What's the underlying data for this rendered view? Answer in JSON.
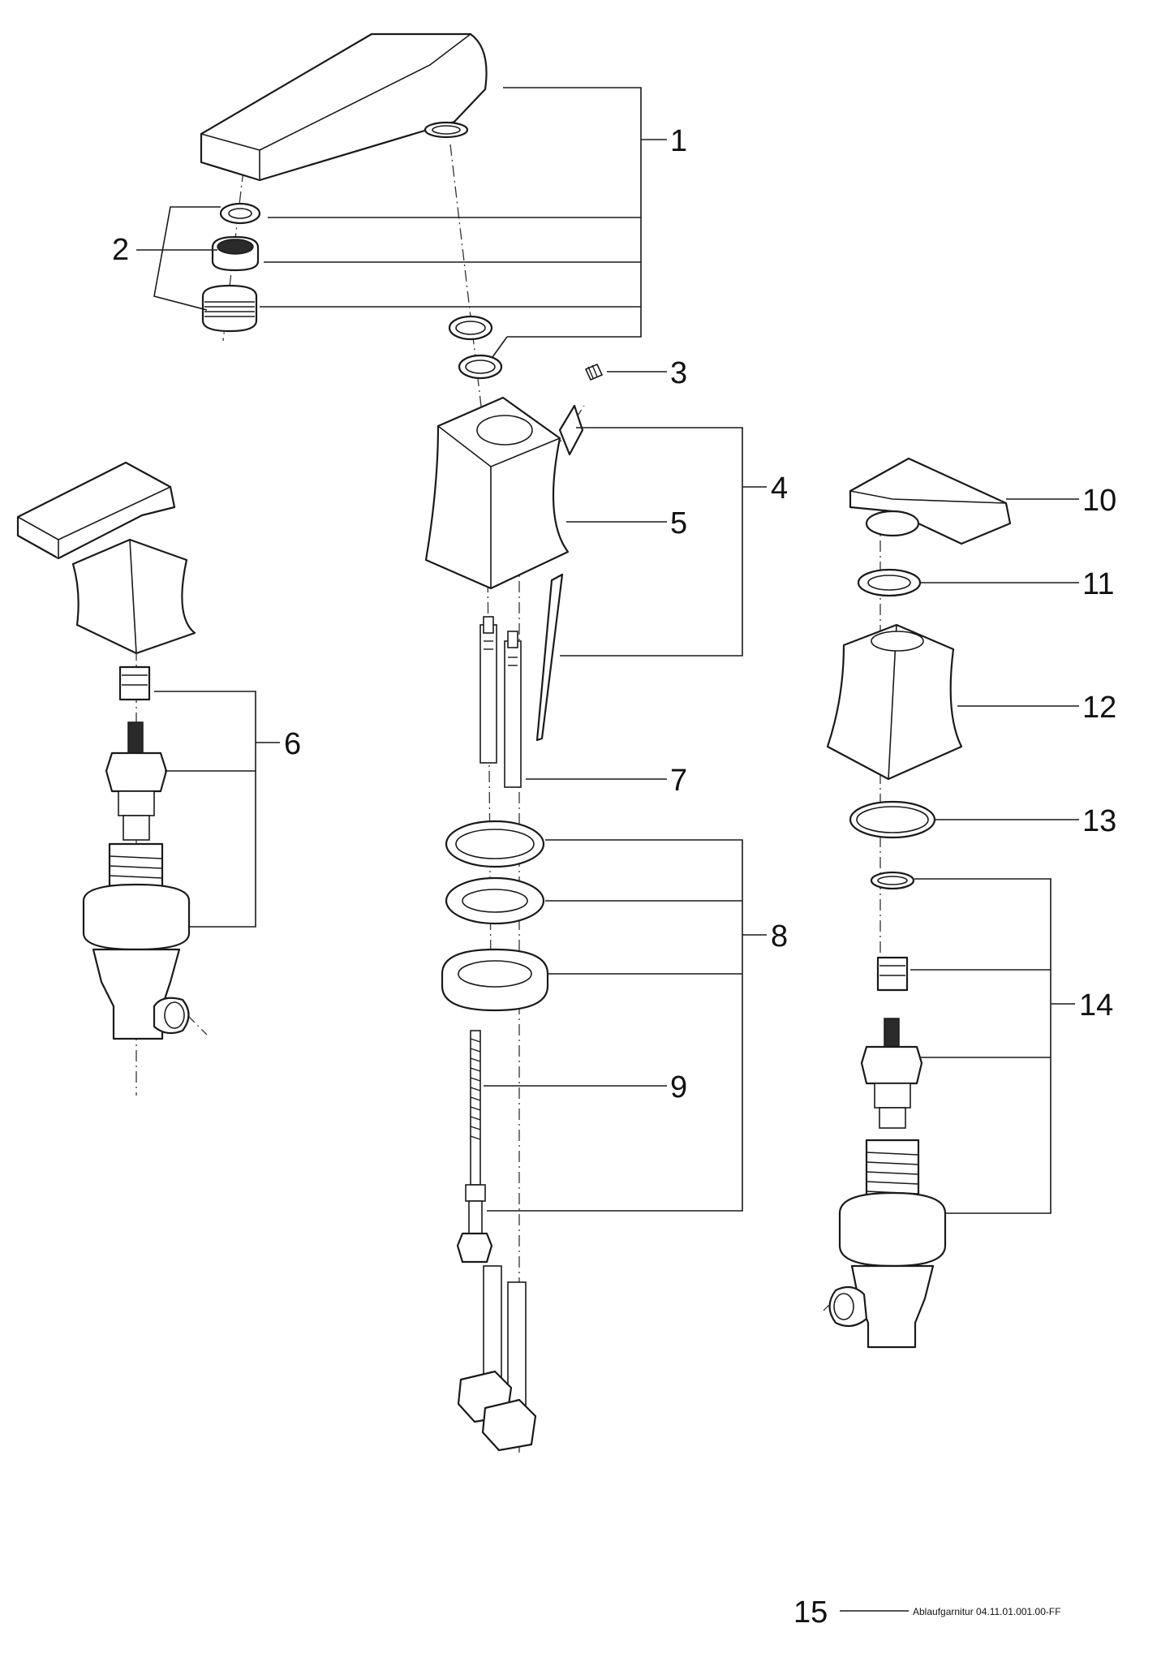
{
  "callouts": {
    "c1": "1",
    "c2": "2",
    "c3": "3",
    "c4": "4",
    "c5": "5",
    "c6": "6",
    "c7": "7",
    "c8": "8",
    "c9": "9",
    "c10": "10",
    "c11": "11",
    "c12": "12",
    "c13": "13",
    "c14": "14"
  },
  "footer": {
    "number": "15",
    "label": "Ablaufgarnitur 04.11.01.001.00-FF"
  }
}
